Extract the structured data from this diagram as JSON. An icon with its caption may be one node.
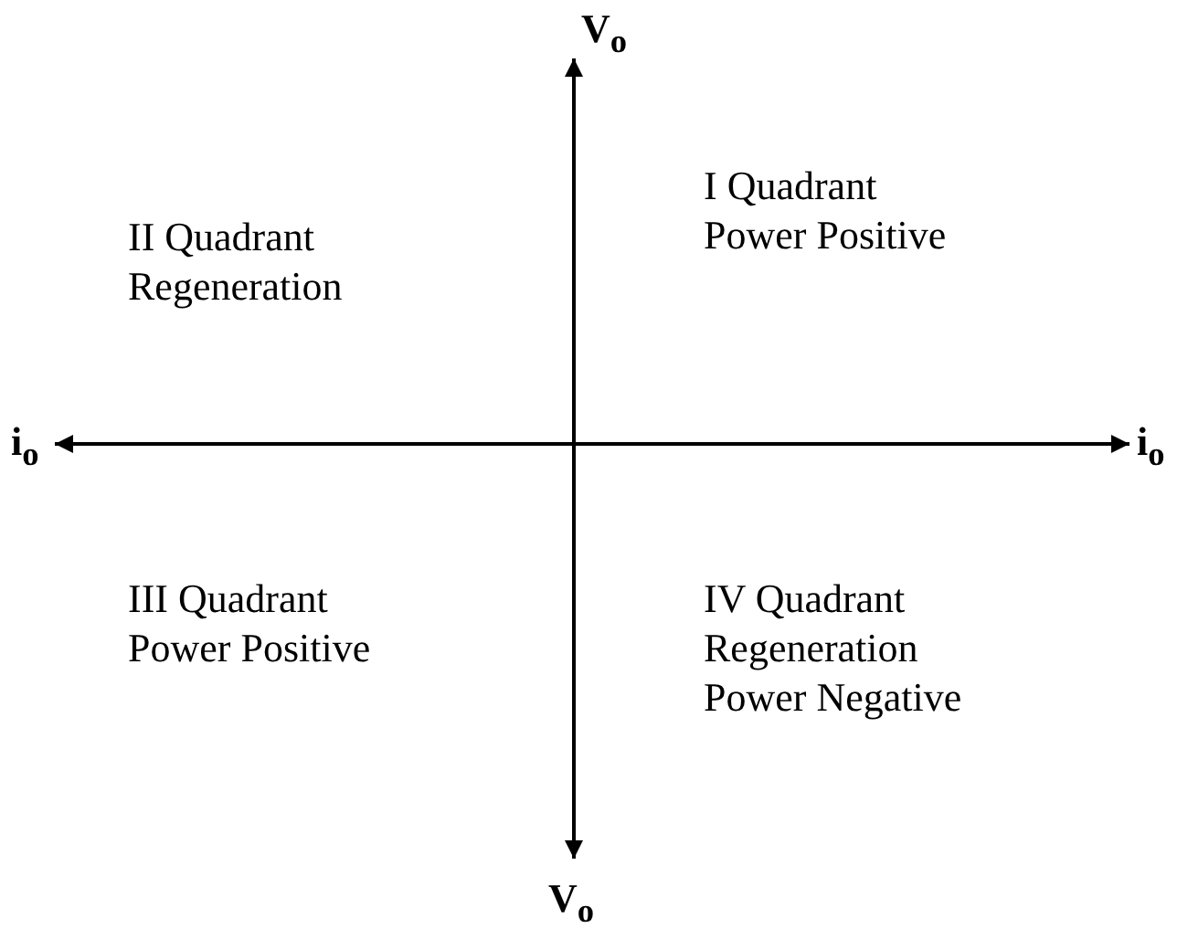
{
  "diagram": {
    "labels": [
      "V$_{o}$",
      "II Quadrant Regeneration",
      "I Quadrant Power Positive",
      "i$_{o}$",
      "i$_{o}$",
      "III Quadrant Power Positive",
      "IV Quadrant Regeneration Power Negative",
      "V$_{o}$"
    ]
  }
}
